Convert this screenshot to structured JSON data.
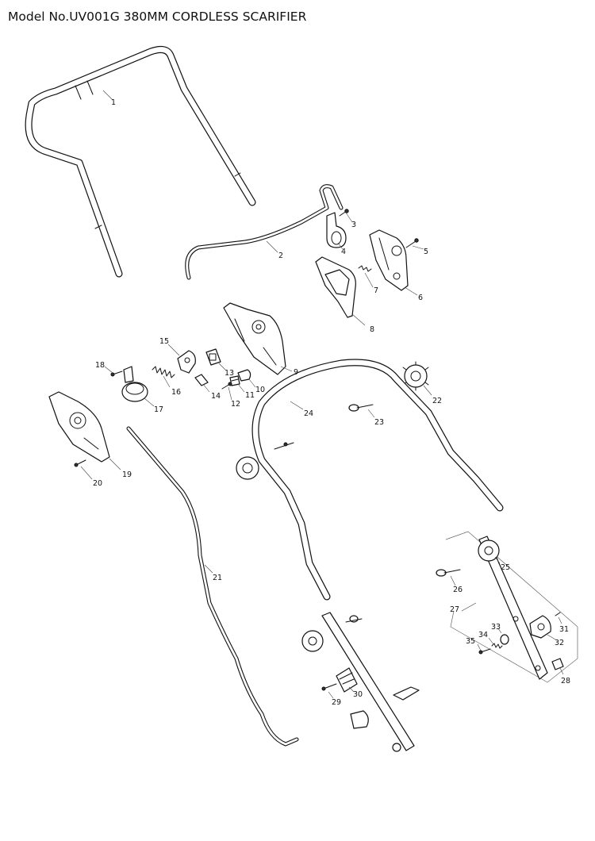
{
  "title": "Model No.UV001G 380MM CORDLESS SCARIFIER",
  "callouts": [
    "1",
    "2",
    "3",
    "4",
    "5",
    "6",
    "7",
    "8",
    "9",
    "10",
    "11",
    "12",
    "13",
    "14",
    "15",
    "16",
    "17",
    "18",
    "19",
    "20",
    "21",
    "22",
    "23",
    "24",
    "25",
    "26",
    "27",
    "28",
    "29",
    "30",
    "31",
    "32",
    "33",
    "34",
    "35"
  ]
}
